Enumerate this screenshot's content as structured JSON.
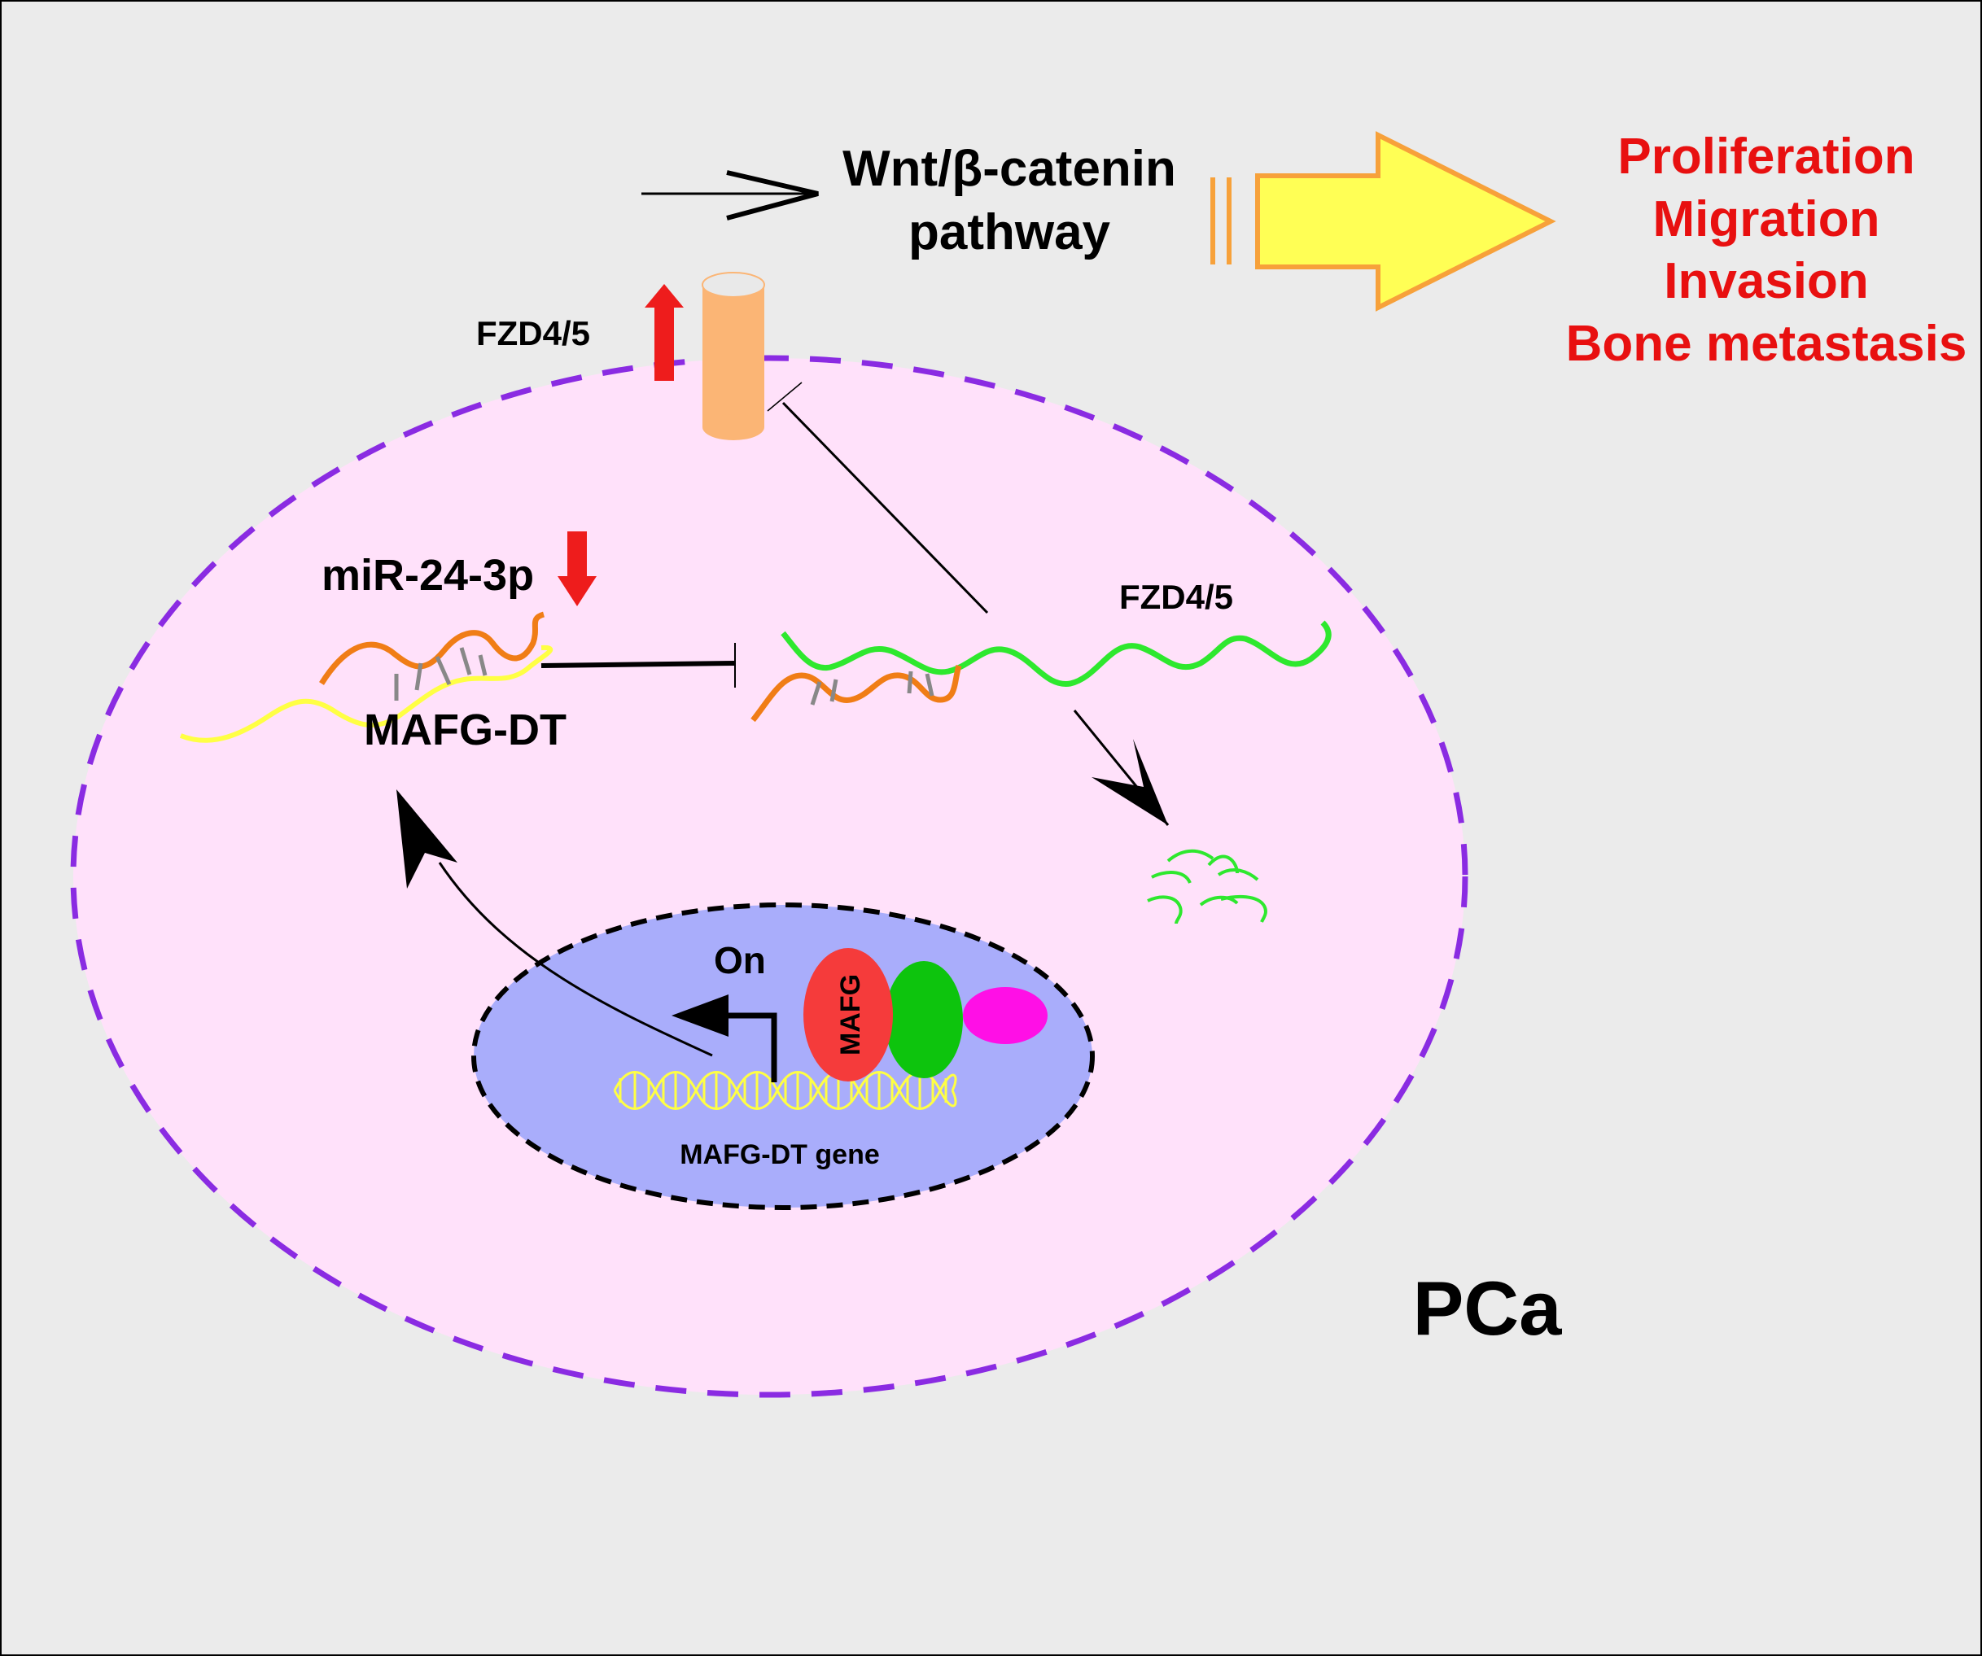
{
  "labels": {
    "pathway_line1": "Wnt/β-catenin",
    "pathway_line2": "pathway",
    "fzd_receptor": "FZD4/5",
    "fzd_mrna": "FZD4/5",
    "mirna": "miR-24-3p",
    "lncrna": "MAFG-DT",
    "on": "On",
    "mafg_protein": "MAFG",
    "gene": "MAFG-DT gene",
    "cell_type": "PCa"
  },
  "outcomes": [
    "Proliferation",
    "Migration",
    "Invasion",
    "Bone metastasis"
  ],
  "colors": {
    "background": "#ebebeb",
    "cell_fill": "#ffe1fa",
    "cell_border": "#8a2be2",
    "nucleus_fill": "#a9adfb",
    "outcome_text": "#e81010",
    "receptor": "#fbb575",
    "big_arrow_fill": "#ffff55",
    "big_arrow_stroke": "#f7a13a",
    "fzd_mrna": "#2ee82e",
    "mirna": "#f07d16",
    "lncrna": "#ffff44",
    "up_down_arrow": "#ee1c1c",
    "mafg_protein": "#f53b3b",
    "cofactor_green": "#0dc40d",
    "cofactor_magenta": "#ff0fe6"
  },
  "icons": [
    "up-arrow-icon",
    "down-arrow-icon",
    "receptor-icon",
    "dna-helix-icon",
    "promoter-arrow-icon"
  ]
}
